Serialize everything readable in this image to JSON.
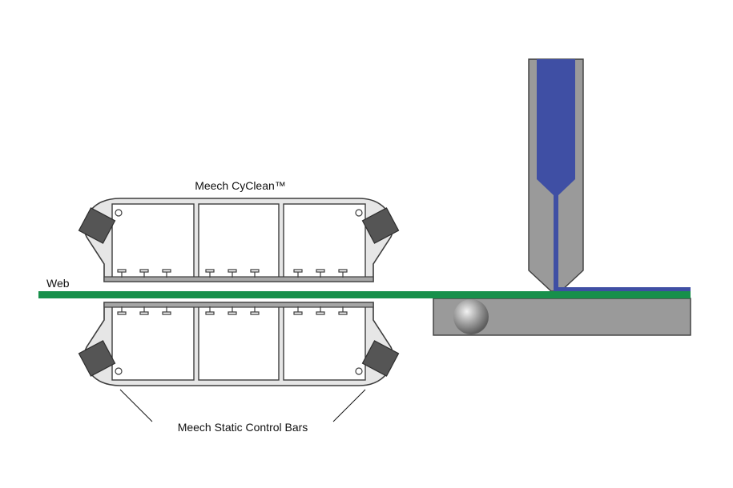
{
  "labels": {
    "cyclean": "Meech CyClean™",
    "web": "Web",
    "static_bars": "Meech Static Control Bars"
  },
  "colors": {
    "web": "#17904b",
    "coating": "#3f4fa4",
    "metal": "#9a9a9a",
    "metal_dark": "#3d3d3d",
    "profile": "#a6a6a6",
    "ionizer": "#555555"
  }
}
